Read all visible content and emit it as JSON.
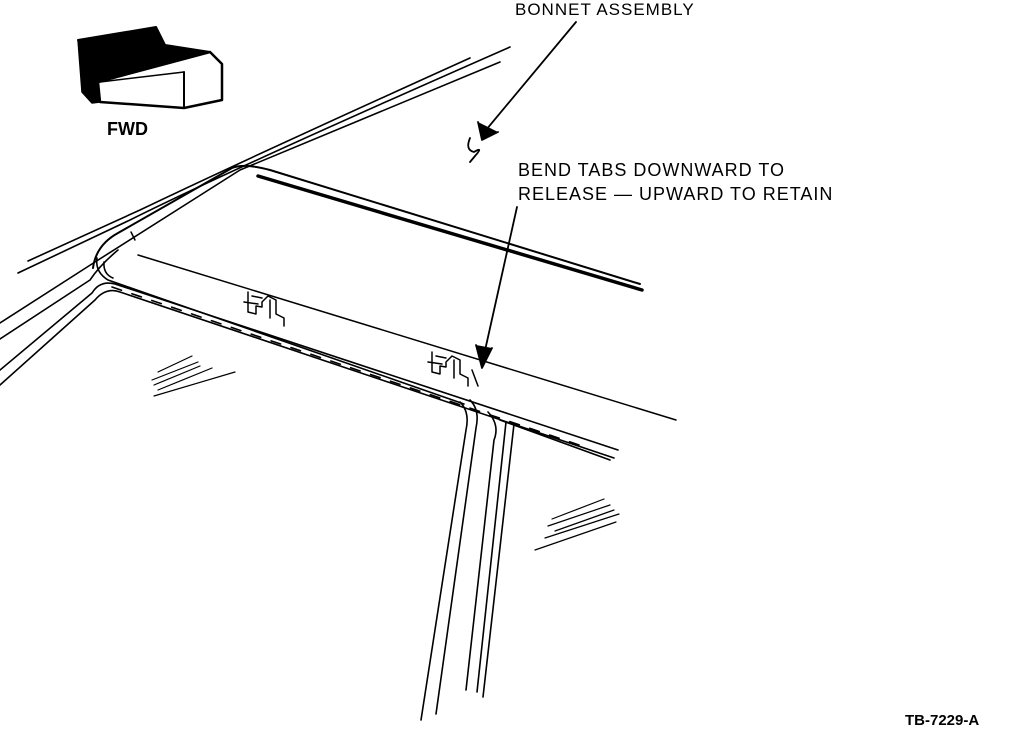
{
  "labels": {
    "bonnet": "BONNET ASSEMBLY",
    "bend_line1": "BEND TABS DOWNWARD TO",
    "bend_line2": "RELEASE — UPWARD TO RETAIN",
    "fwd": "FWD",
    "figure_id": "TB-7229-A"
  },
  "icons": {
    "direction": "arrow-forward-icon"
  },
  "colors": {
    "ink": "#000000",
    "background": "#ffffff"
  }
}
